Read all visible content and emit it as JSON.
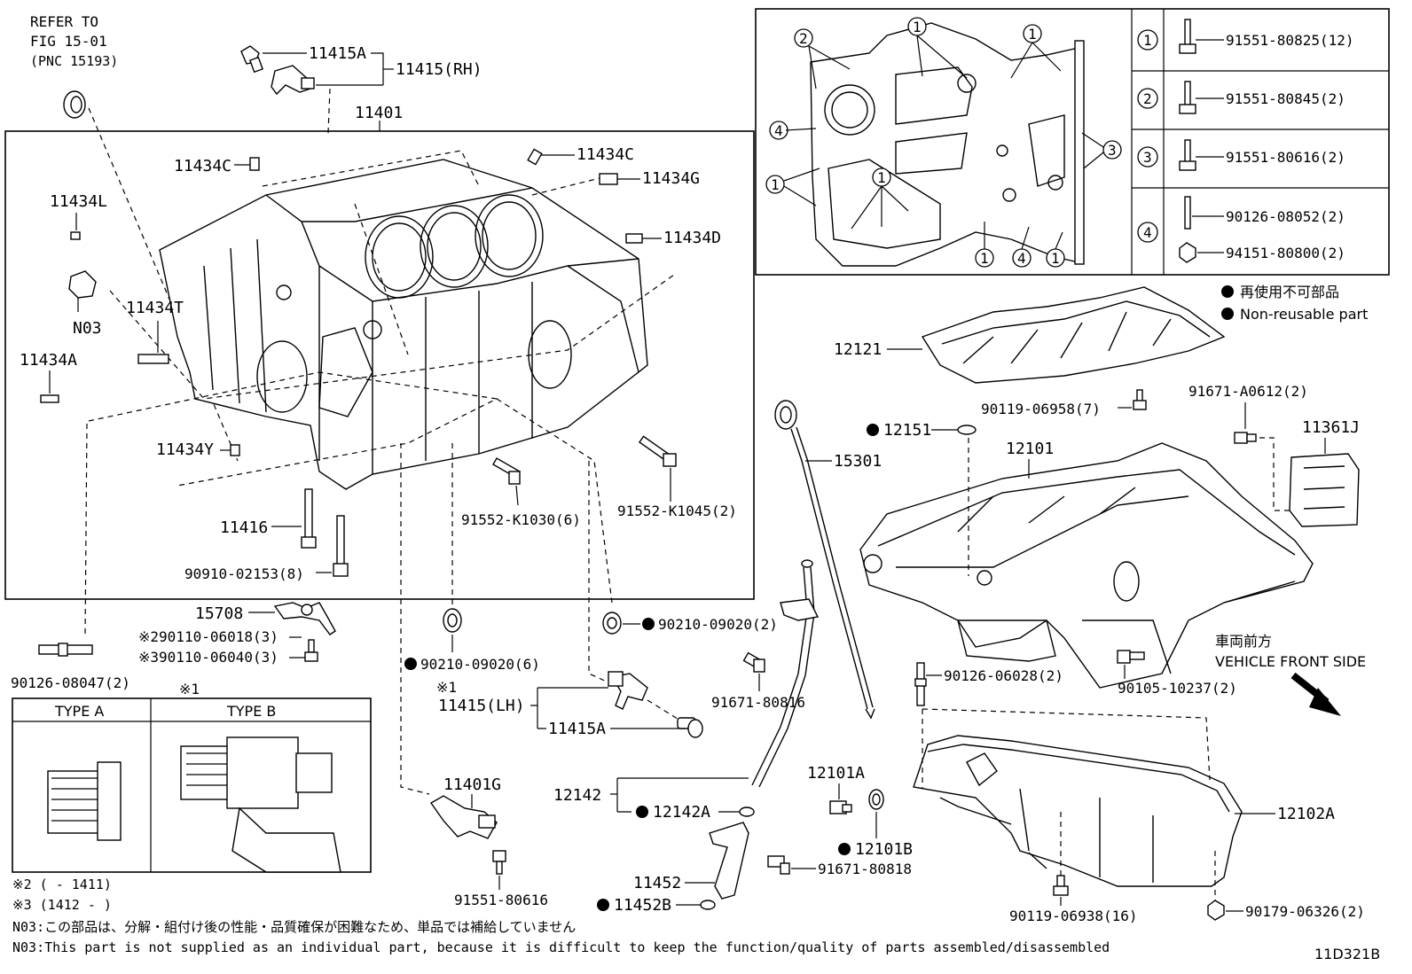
{
  "refer": {
    "line1": "REFER TO",
    "line2": "FIG 15-01",
    "line3": "(PNC 15193)"
  },
  "labels": {
    "p11415A_rh": "11415A",
    "p11415_rh": "11415(RH)",
    "p11401": "11401",
    "p11434C_1": "11434C",
    "p11434C_2": "11434C",
    "p11434G": "11434G",
    "p11434L": "11434L",
    "p11434D": "11434D",
    "pN03": "N03",
    "p11434T": "11434T",
    "p11434A": "11434A",
    "p11434Y": "11434Y",
    "p11416": "11416",
    "p90910": "90910-02153(8)",
    "p91552_k1030": "91552-K1030(6)",
    "p91552_k1045": "91552-K1045(2)",
    "p15708": "15708",
    "p90110_06018": "※290110-06018(3)",
    "p90110_06040": "※390110-06040(3)",
    "p90126_08047": "90126-08047(2)",
    "p90210_a": "90210-09020(6)",
    "p90210_b": "90210-09020(2)",
    "mark1": "※1",
    "p11415_lh": "11415(LH)",
    "p11415A_lh": "11415A",
    "p91671_80816": "91671-80816",
    "p11401G": "11401G",
    "p12142": "12142",
    "p12142A": "12142A",
    "p91551_80616": "91551-80616",
    "p11452": "11452",
    "p11452B": "11452B",
    "p12101A": "12101A",
    "p12101B": "12101B",
    "p91671_80818": "91671-80818",
    "p12102A": "12102A",
    "p90119_06938": "90119-06938(16)",
    "p90179_06326": "90179-06326(2)",
    "p90126_06028": "90126-06028(2)",
    "p90105_10237": "90105-10237(2)",
    "p12121": "12121",
    "p90119_06958": "90119-06958(7)",
    "p12151": "12151",
    "p15301": "15301",
    "p12101": "12101",
    "p91671_A0612": "91671-A0612(2)",
    "p11361J": "11361J",
    "mark1_top": "※1"
  },
  "legend": {
    "jp": "再使用不可部品",
    "en": "Non-reusable part"
  },
  "front": {
    "jp": "車両前方",
    "en": "VEHICLE FRONT SIDE"
  },
  "type_box": {
    "a": "TYPE A",
    "b": "TYPE B",
    "r2": "※2 (      - 1411)",
    "r3": "※3 (1412 -      )"
  },
  "bolt_table": [
    {
      "num": "1",
      "parts": [
        "91551-80825(12)"
      ]
    },
    {
      "num": "2",
      "parts": [
        "91551-80845(2)"
      ]
    },
    {
      "num": "3",
      "parts": [
        "91551-80616(2)"
      ]
    },
    {
      "num": "4",
      "parts": [
        "90126-08052(2)",
        "94151-80800(2)"
      ]
    }
  ],
  "detail_callouts": [
    "2",
    "1",
    "1",
    "4",
    "1",
    "1",
    "3",
    "1",
    "4",
    "1"
  ],
  "notes": {
    "jp": "N03:この部品は、分解・組付け後の性能・品質確保が困難なため、単品では補給していません",
    "en": "N03:This part is not supplied as an individual part, because it is difficult to keep the function/quality of parts assembled/disassembled"
  },
  "figure_id": "11D321B"
}
